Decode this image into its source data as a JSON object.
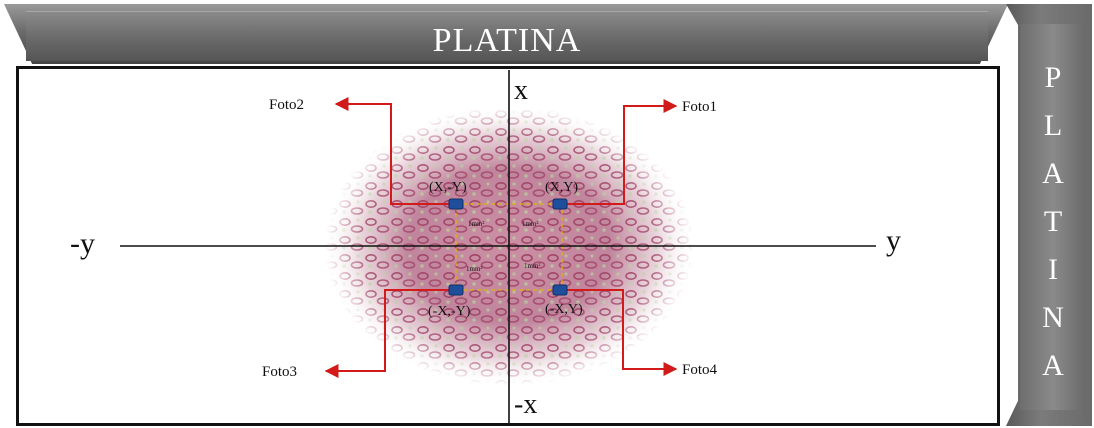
{
  "banner": {
    "title": "PLATINA"
  },
  "side_banner": {
    "letters": [
      "P",
      "L",
      "A",
      "T",
      "I",
      "N",
      "A"
    ]
  },
  "axes": {
    "x_pos": "x",
    "x_neg": "-x",
    "y_pos": "y",
    "y_neg": "-y"
  },
  "photos": {
    "foto1": "Foto1",
    "foto2": "Foto2",
    "foto3": "Foto3",
    "foto4": "Foto4"
  },
  "quadrants": {
    "q1": "(X,Y)",
    "q2": "(X,-Y)",
    "q3": "(-X,-Y)",
    "q4": "(-X,Y)"
  },
  "area_label": "1mm²",
  "colors": {
    "arrow": "#d21a1a",
    "marker": "#1f4e9c",
    "dashed": "#e0b400",
    "banner": "#6e6e6e"
  }
}
